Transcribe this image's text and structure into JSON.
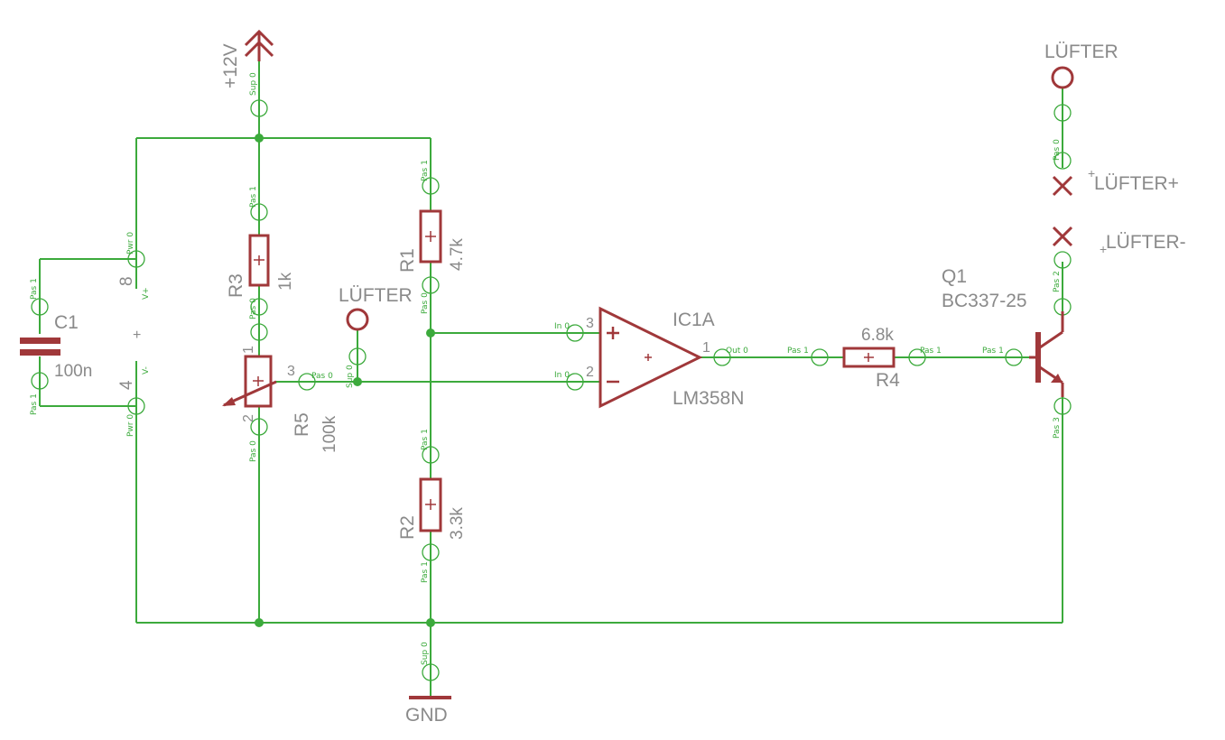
{
  "supply": {
    "vcc": "+12V",
    "gnd": "GND"
  },
  "parts": {
    "c1": {
      "name": "C1",
      "value": "100n"
    },
    "r1": {
      "name": "R1",
      "value": "4.7k"
    },
    "r2": {
      "name": "R2",
      "value": "3.3k"
    },
    "r3": {
      "name": "R3",
      "value": "1k"
    },
    "r4": {
      "name": "R4",
      "value": "6.8k"
    },
    "r5": {
      "name": "R5",
      "value": "100k"
    },
    "ic1": {
      "name": "IC1A",
      "value": "LM358N"
    },
    "q1": {
      "name": "Q1",
      "value": "BC337-25"
    }
  },
  "nets": {
    "fan_mid": "LÜFTER",
    "fan_top": "LÜFTER",
    "fan_plus": "LÜFTER+",
    "fan_minus": "LÜFTER-"
  },
  "pins": {
    "pin_8": "8",
    "pin_4": "4",
    "pin_1": "1",
    "pin_2": "2",
    "pin_3": "3",
    "ic_in_plus": "3",
    "ic_in_minus": "2",
    "ic_out": "1",
    "plus_sign": "+",
    "minus_sign": "−"
  },
  "pin_tags": {
    "sup0": "Sup 0",
    "pas0": "Pas 0",
    "pas1": "Pas 1",
    "pas2": "Pas 2",
    "pas3": "Pas 3",
    "pwr0": "Pwr 0",
    "in0": "In 0",
    "out0": "Out 0",
    "vplus": "V+",
    "vminus": "V-"
  },
  "colors": {
    "wire": "#3caa3c",
    "part": "#a0383a",
    "label": "#8a8a8a"
  }
}
